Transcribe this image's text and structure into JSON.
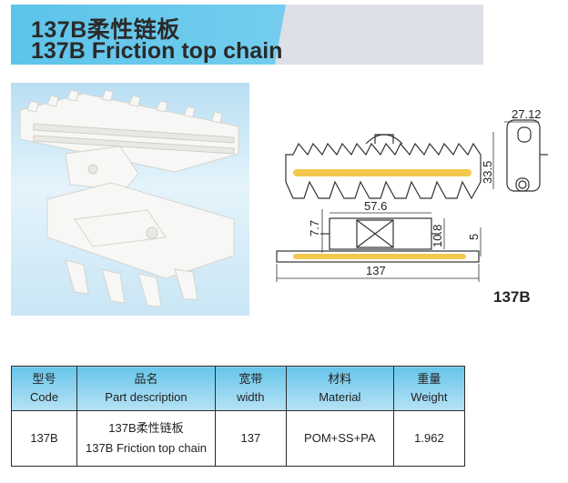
{
  "header": {
    "title_cn": "137B柔性链板",
    "title_en": "137B Friction top chain"
  },
  "drawing": {
    "model_label": "137B",
    "dims": {
      "side_width": "27.12",
      "side_height": "33.5",
      "pin_span": "57.6",
      "offset": "7.7",
      "thickness": "10.8",
      "lip": "5",
      "overall_width": "137"
    }
  },
  "table": {
    "headers": [
      {
        "cn": "型号",
        "en": "Code"
      },
      {
        "cn": "品名",
        "en": "Part description"
      },
      {
        "cn": "宽带",
        "en": "width"
      },
      {
        "cn": "材料",
        "en": "Material"
      },
      {
        "cn": "重量",
        "en": "Weight"
      }
    ],
    "row": {
      "code": "137B",
      "desc_cn": "137B柔性链板",
      "desc_en": "137B Friction top chain",
      "width": "137",
      "material": "POM+SS+PA",
      "weight": "1.962"
    }
  },
  "colors": {
    "accent": "#5cc4ea",
    "friction_insert": "#f2c94c"
  }
}
